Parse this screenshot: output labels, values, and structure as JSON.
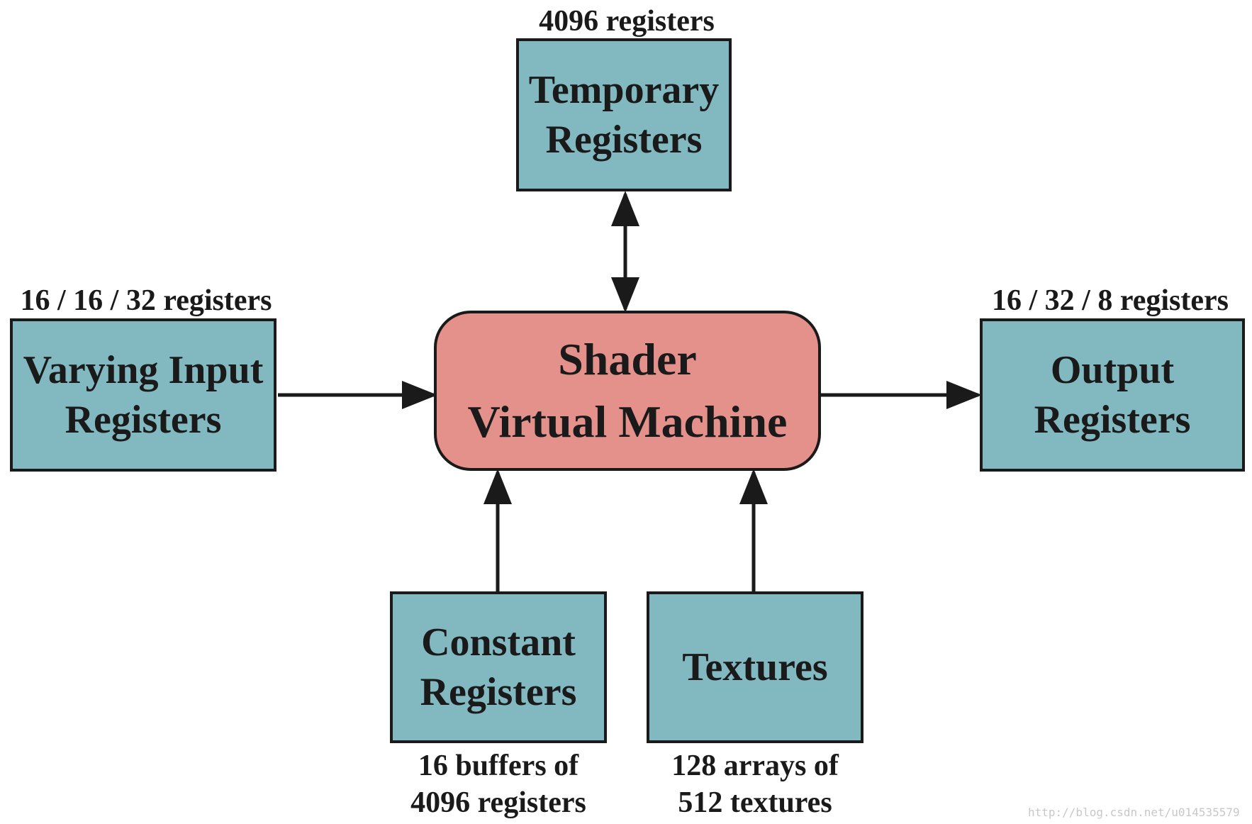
{
  "colors": {
    "box_fill": "#82b8c0",
    "center_fill": "#e4918c",
    "stroke": "#1a1a1a"
  },
  "nodes": {
    "temporary": {
      "lines": [
        "Temporary",
        "Registers"
      ],
      "caption": [
        "4096 registers"
      ]
    },
    "varying": {
      "lines": [
        "Varying Input",
        "Registers"
      ],
      "caption": [
        "16 / 16 / 32 registers"
      ]
    },
    "shader": {
      "lines": [
        "Shader",
        "Virtual Machine"
      ]
    },
    "output": {
      "lines": [
        "Output",
        "Registers"
      ],
      "caption": [
        "16 / 32 / 8 registers"
      ]
    },
    "constant": {
      "lines": [
        "Constant",
        "Registers"
      ],
      "caption": [
        "16 buffers of",
        "4096 registers"
      ]
    },
    "textures": {
      "lines": [
        "Textures"
      ],
      "caption": [
        "128 arrays of",
        "512 textures"
      ]
    }
  },
  "edges": [
    {
      "from": "varying",
      "to": "shader"
    },
    {
      "from": "shader",
      "to": "output"
    },
    {
      "from": "temporary",
      "to": "shader",
      "bidirectional": true
    },
    {
      "from": "constant",
      "to": "shader"
    },
    {
      "from": "textures",
      "to": "shader"
    }
  ],
  "watermark": "http://blog.csdn.net/u014535579"
}
